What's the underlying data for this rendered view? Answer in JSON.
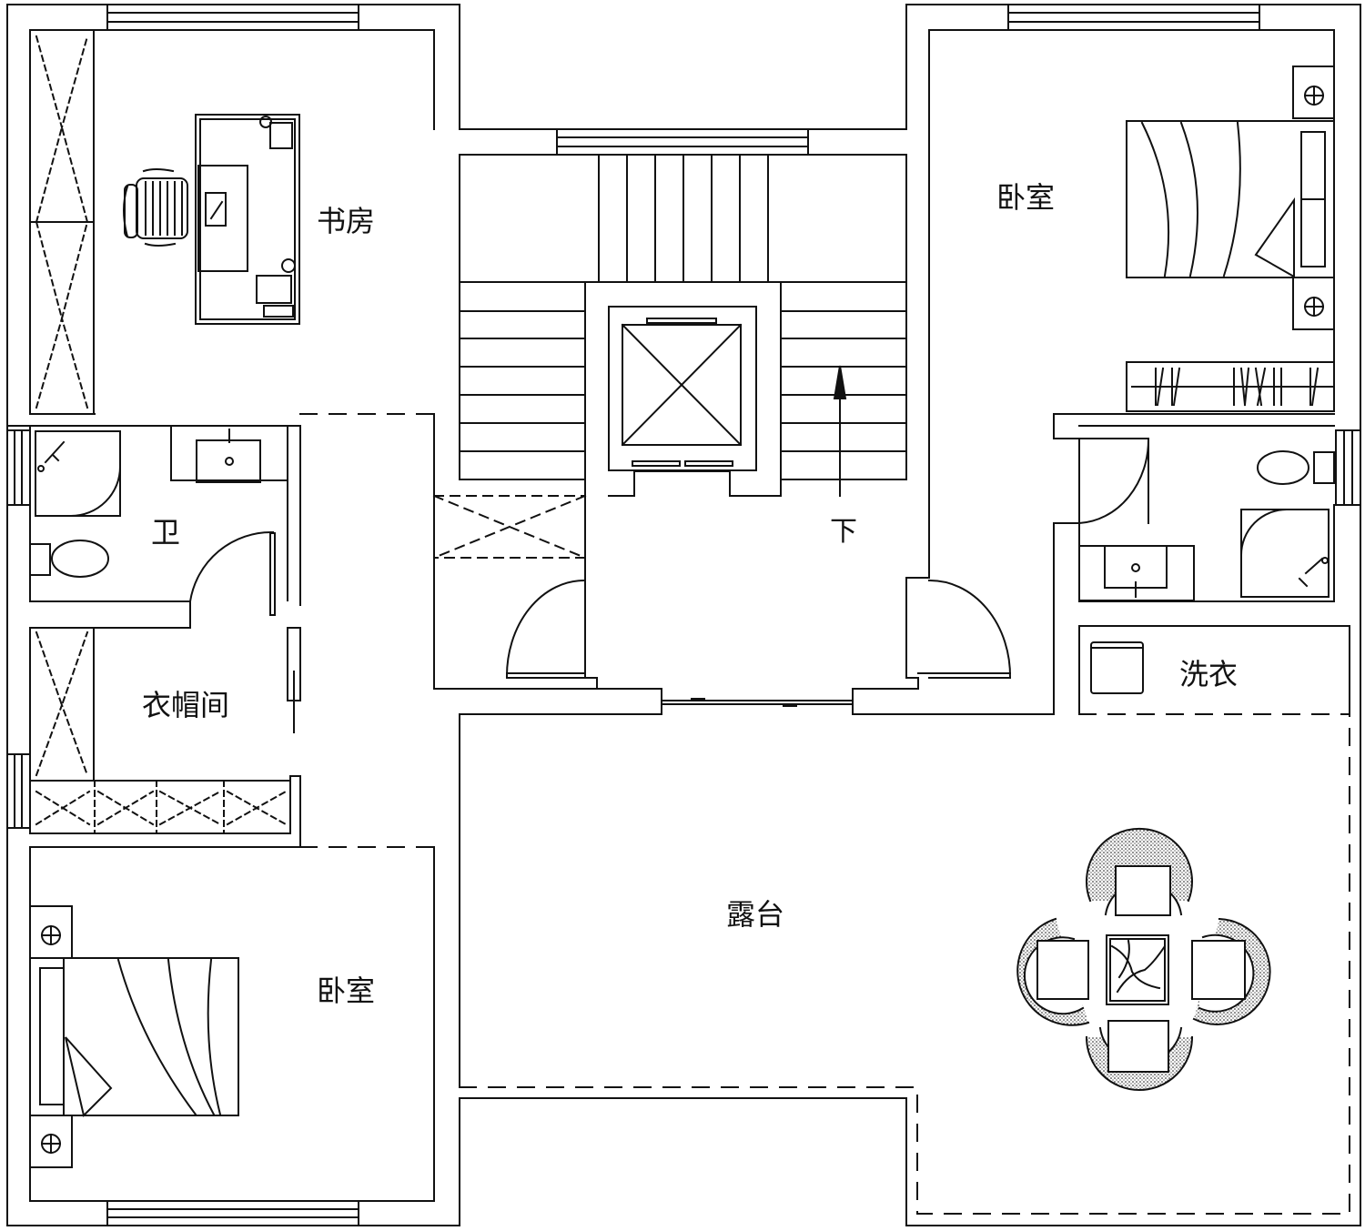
{
  "rooms": {
    "study": "书房",
    "bedroom_top_right": "卧室",
    "bath_left": "卫",
    "cloakroom": "衣帽间",
    "laundry": "洗衣",
    "terrace": "露台",
    "bedroom_bottom_left": "卧室"
  },
  "stair": {
    "direction_label": "下"
  },
  "colors": {
    "line": "#111111",
    "background": "#ffffff"
  }
}
